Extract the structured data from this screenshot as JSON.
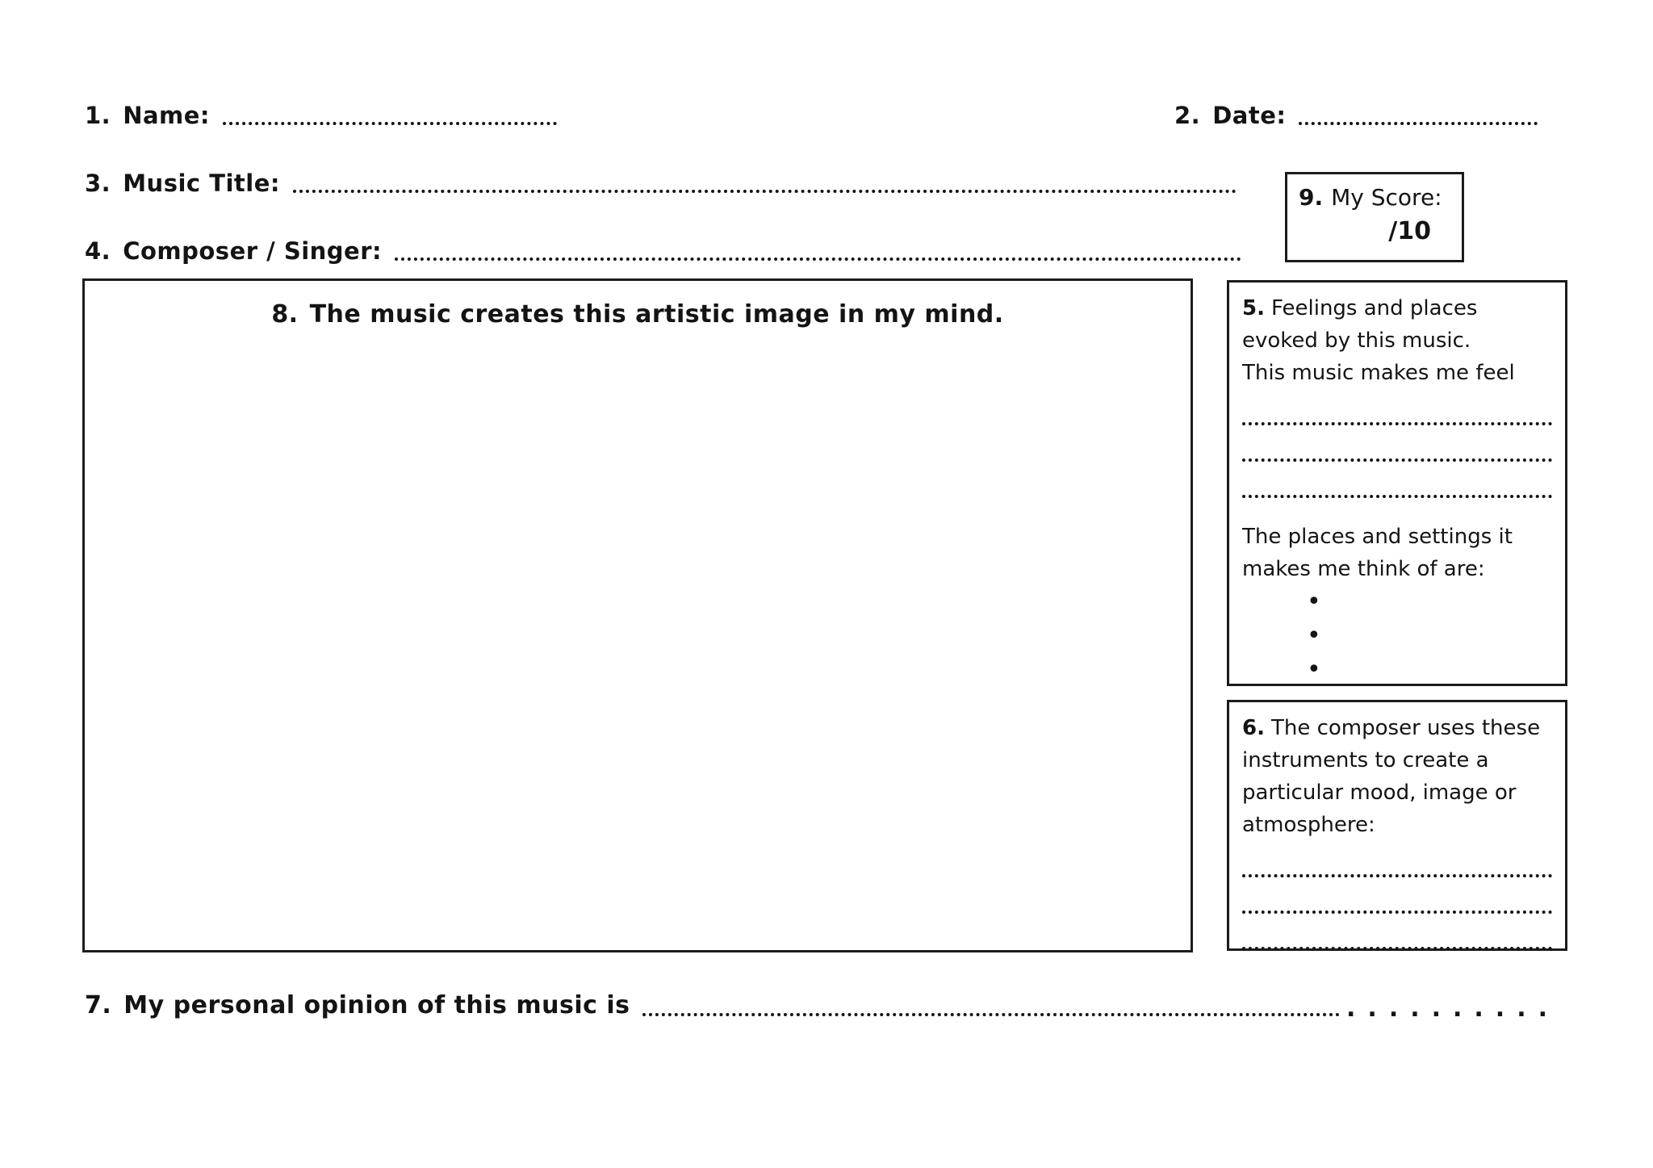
{
  "fields": {
    "name": {
      "num": "1.",
      "label": "Name:"
    },
    "date": {
      "num": "2.",
      "label": "Date:"
    },
    "music_title": {
      "num": "3.",
      "label": "Music Title:"
    },
    "composer": {
      "num": "4.",
      "label": "Composer / Singer:"
    },
    "opinion": {
      "num": "7.",
      "label": "My personal opinion of this music is",
      "tail_dots": ".........."
    }
  },
  "score_box": {
    "num": "9.",
    "label": "My Score:",
    "value": "/10"
  },
  "image_box": {
    "num": "8.",
    "title": "The music creates this artistic image in my mind."
  },
  "feelings_box": {
    "num": "5.",
    "intro": "Feelings and places evoked by this music.",
    "feel_prompt": "This music makes me feel",
    "places_prompt": "The places and settings it makes me think of are:",
    "bullet_char": "•"
  },
  "instruments_box": {
    "num": "6.",
    "prompt": "The composer uses these instruments to create a particular mood, image or atmosphere:"
  }
}
